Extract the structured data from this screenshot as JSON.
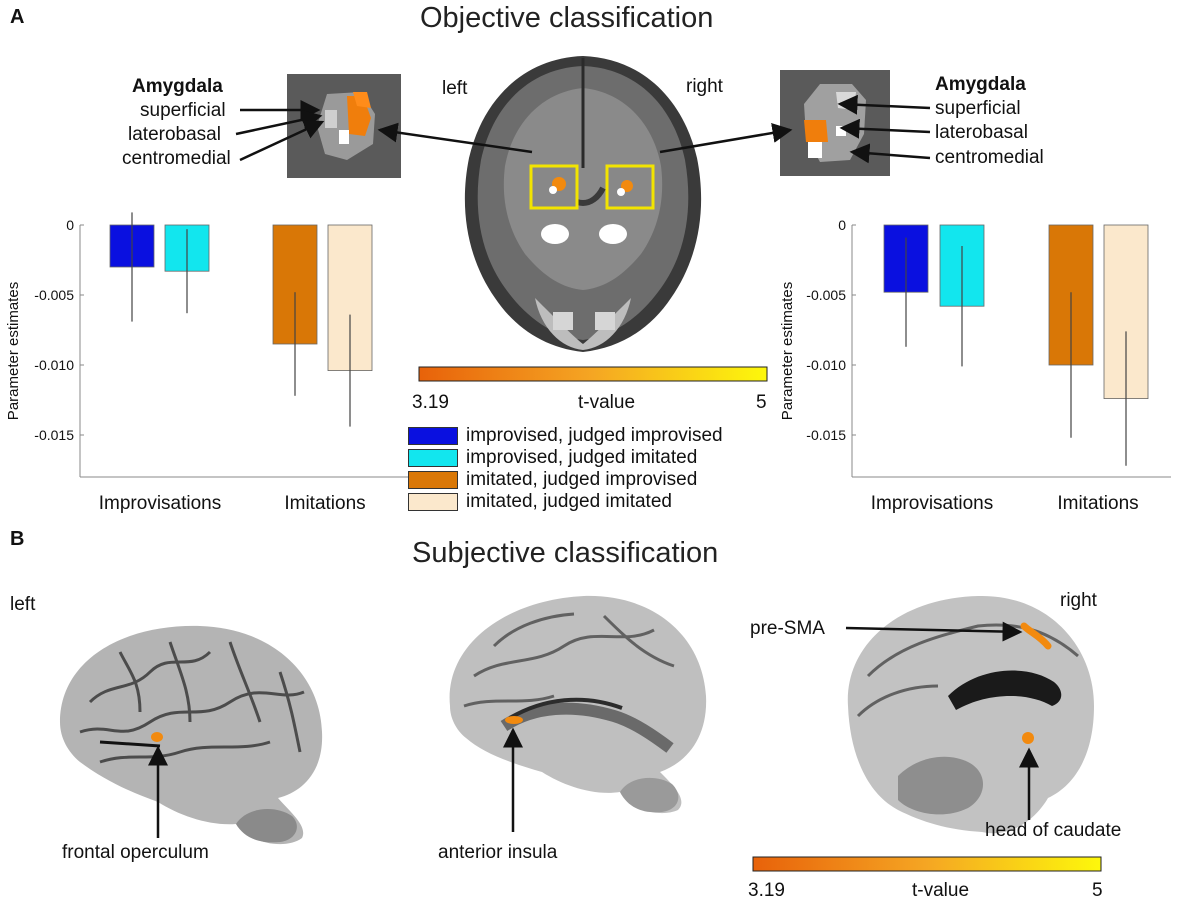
{
  "panel_a": {
    "letter": "A",
    "title": "Objective classification",
    "left_inset": {
      "heading": "Amygdala",
      "labels": [
        "superficial",
        "laterobasal",
        "centromedial"
      ]
    },
    "right_inset": {
      "heading": "Amygdala",
      "labels": [
        "superficial",
        "laterobasal",
        "centromedial"
      ]
    },
    "hemi_left": "left",
    "hemi_right": "right",
    "colorbar": {
      "min": "3.19",
      "label": "t-value",
      "max": "5"
    },
    "legend": [
      {
        "label": "improvised, judged improvised",
        "color": "#0a10e0"
      },
      {
        "label": "improvised, judged imitated",
        "color": "#12e6ee"
      },
      {
        "label": "imitated, judged improvised",
        "color": "#d97706"
      },
      {
        "label": "imitated, judged imitated",
        "color": "#fbe8cc"
      }
    ]
  },
  "panel_b": {
    "letter": "B",
    "title": "Subjective classification",
    "hemi_left": "left",
    "hemi_right": "right",
    "labels": {
      "frontal_operculum": "frontal operculum",
      "anterior_insula": "anterior insula",
      "pre_sma": "pre-SMA",
      "head_caudate": "head of caudate"
    },
    "colorbar": {
      "min": "3.19",
      "label": "t-value",
      "max": "5"
    }
  },
  "chart_data": [
    {
      "type": "bar",
      "ylabel": "Parameter estimates",
      "ylim": [
        -0.018,
        0
      ],
      "yticks": [
        0,
        -0.005,
        -0.01,
        -0.015
      ],
      "ytick_labels": [
        "0",
        "-0.005",
        "-0.010",
        "-0.015"
      ],
      "groups": [
        "Improvisations",
        "Imitations"
      ],
      "series": [
        {
          "name": "improvised, judged improvised",
          "group": 0,
          "value": -0.003,
          "err": 0.0039,
          "color": "#0a10e0"
        },
        {
          "name": "improvised, judged imitated",
          "group": 0,
          "value": -0.0033,
          "err": 0.003,
          "color": "#12e6ee"
        },
        {
          "name": "imitated, judged improvised",
          "group": 1,
          "value": -0.0085,
          "err": 0.0037,
          "color": "#d97706"
        },
        {
          "name": "imitated, judged imitated",
          "group": 1,
          "value": -0.0104,
          "err": 0.004,
          "color": "#fbe8cc"
        }
      ]
    },
    {
      "type": "bar",
      "ylabel": "Parameter estimates",
      "ylim": [
        -0.018,
        0
      ],
      "yticks": [
        0,
        -0.005,
        -0.01,
        -0.015
      ],
      "ytick_labels": [
        "0",
        "-0.005",
        "-0.010",
        "-0.015"
      ],
      "groups": [
        "Improvisations",
        "Imitations"
      ],
      "series": [
        {
          "name": "improvised, judged improvised",
          "group": 0,
          "value": -0.0048,
          "err": 0.0039,
          "color": "#0a10e0"
        },
        {
          "name": "improvised, judged imitated",
          "group": 0,
          "value": -0.0058,
          "err": 0.0043,
          "color": "#12e6ee"
        },
        {
          "name": "imitated, judged improvised",
          "group": 1,
          "value": -0.01,
          "err": 0.0052,
          "color": "#d97706"
        },
        {
          "name": "imitated, judged imitated",
          "group": 1,
          "value": -0.0124,
          "err": 0.0048,
          "color": "#fbe8cc"
        }
      ]
    }
  ]
}
